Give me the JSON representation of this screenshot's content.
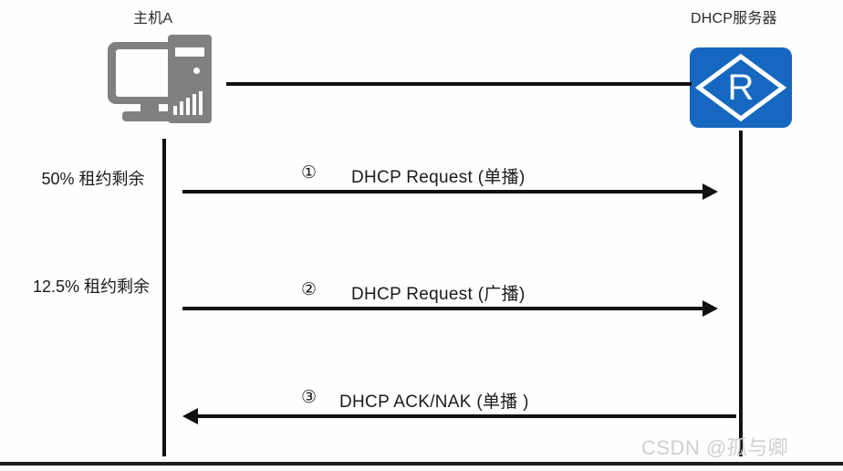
{
  "diagram": {
    "title_host": "主机A",
    "title_server": "DHCP服务器",
    "nodes": {
      "host": {
        "label": "主机A",
        "icon": "desktop-computer-icon"
      },
      "server": {
        "label": "DHCP服务器",
        "icon": "router-icon",
        "glyph": "R",
        "color": "#1567c0"
      }
    },
    "messages": [
      {
        "number": "①",
        "text": "DHCP Request (单播)",
        "direction": "host-to-server",
        "name": "dhcp-request-unicast"
      },
      {
        "number": "②",
        "text": "DHCP Request (广播)",
        "direction": "host-to-server",
        "name": "dhcp-request-broadcast"
      },
      {
        "number": "③",
        "text": "DHCP ACK/NAK (单播 )",
        "direction": "server-to-host",
        "name": "dhcp-ack-nak-unicast"
      }
    ],
    "annotations": [
      {
        "text": "50% 租约剩余",
        "name": "lease-remaining-50"
      },
      {
        "text": "12.5% 租约剩余",
        "name": "lease-remaining-12-5"
      }
    ],
    "watermark": "CSDN @孤与卿",
    "colors": {
      "line": "#111111",
      "icon_gray": "#808080",
      "router_blue": "#1567c0",
      "background": "#fefefd",
      "watermark_gray": "#cfcfcf"
    }
  }
}
